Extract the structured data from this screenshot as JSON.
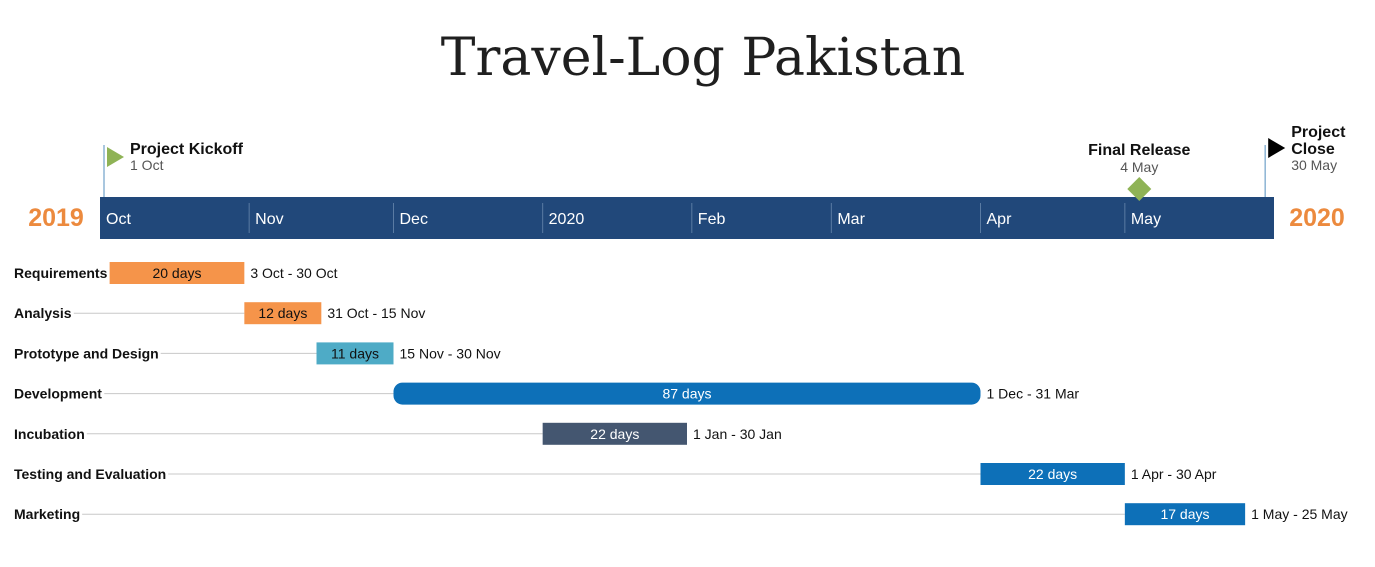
{
  "title": "Travel-Log Pakistan",
  "colors": {
    "timeline_band": "#21487a",
    "year_text": "#ec8a3e",
    "month_divider": "#5a7ba3",
    "row_line": "#c8c8c8",
    "milestone_start": "#8fb356",
    "milestone_release": "#8fb356",
    "milestone_end": "#000000",
    "milestone_stem": "#8cb4d4"
  },
  "chart_data": {
    "type": "gantt",
    "timeline_start": "2019-10-01",
    "timeline_end": "2020-05-31",
    "start_year": "2019",
    "end_year": "2020",
    "scale_labels": [
      "Oct",
      "Nov",
      "Dec",
      "2020",
      "Feb",
      "Mar",
      "Apr",
      "May"
    ],
    "scale_dates": [
      "2019-10-01",
      "2019-11-01",
      "2019-12-01",
      "2020-01-01",
      "2020-02-01",
      "2020-03-01",
      "2020-04-01",
      "2020-05-01"
    ],
    "milestones": [
      {
        "name": "Project Kickoff",
        "date_label": "1 Oct",
        "date": "2019-10-01",
        "shape": "flag",
        "label_position": "right"
      },
      {
        "name": "Final Release",
        "date_label": "4 May",
        "date": "2020-05-04",
        "shape": "diamond",
        "label_position": "center"
      },
      {
        "name": "Project Close",
        "date_label": "30 May",
        "date": "2020-05-30",
        "shape": "flag",
        "label_position": "right"
      }
    ],
    "tasks": [
      {
        "name": "Requirements",
        "duration_label": "20 days",
        "range_label": "3 Oct - 30 Oct",
        "start": "2019-10-03",
        "end": "2019-10-30",
        "color": "#f5944a",
        "text_color": "#111111",
        "rounded": false
      },
      {
        "name": "Analysis",
        "duration_label": "12 days",
        "range_label": "31 Oct - 15 Nov",
        "start": "2019-10-31",
        "end": "2019-11-15",
        "color": "#f5944a",
        "text_color": "#111111",
        "rounded": false
      },
      {
        "name": "Prototype and Design",
        "duration_label": "11 days",
        "range_label": "15 Nov - 30 Nov",
        "start": "2019-11-15",
        "end": "2019-11-30",
        "color": "#4eabc6",
        "text_color": "#111111",
        "rounded": false
      },
      {
        "name": "Development",
        "duration_label": "87 days",
        "range_label": "1 Dec - 31 Mar",
        "start": "2019-12-01",
        "end": "2020-03-31",
        "color": "#0d70b8",
        "text_color": "#ffffff",
        "rounded": true
      },
      {
        "name": "Incubation",
        "duration_label": "22 days",
        "range_label": "1 Jan - 30 Jan",
        "start": "2020-01-01",
        "end": "2020-01-30",
        "color": "#445670",
        "text_color": "#ffffff",
        "rounded": false
      },
      {
        "name": "Testing and Evaluation",
        "duration_label": "22 days",
        "range_label": "1 Apr - 30 Apr",
        "start": "2020-04-01",
        "end": "2020-04-30",
        "color": "#0d70b8",
        "text_color": "#ffffff",
        "rounded": false
      },
      {
        "name": "Marketing",
        "duration_label": "17 days",
        "range_label": "1 May - 25 May",
        "start": "2020-05-01",
        "end": "2020-05-25",
        "color": "#0d70b8",
        "text_color": "#ffffff",
        "rounded": false
      }
    ]
  }
}
